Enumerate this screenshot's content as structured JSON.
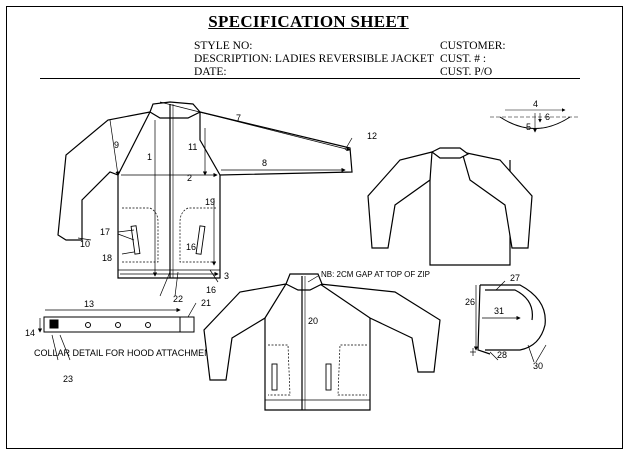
{
  "header": {
    "title": "SPECIFICATION SHEET",
    "style_no": "STYLE NO:",
    "description": "DESCRIPTION: LADIES REVERSIBLE JACKET",
    "date": "DATE:",
    "customer": "CUSTOMER:",
    "cust_no": "CUST. # :",
    "cust_po": "CUST. P/O"
  },
  "notes": {
    "zip_gap": "NB: 2CM GAP AT TOP OF ZIP",
    "collar_detail": "COLLAR DETAIL FOR HOOD ATTACHMENT"
  },
  "callouts": {
    "c1": "1",
    "c2": "2",
    "c3": "3",
    "c4": "4",
    "c5": "5",
    "c6": "6",
    "c7": "7",
    "c8": "8",
    "c9": "9",
    "c10": "10",
    "c11": "11",
    "c12": "12",
    "c13": "13",
    "c14": "14",
    "c16": "16",
    "c17": "17",
    "c18": "18",
    "c19": "19",
    "c20": "20",
    "c21": "21",
    "c22": "22",
    "c23": "23",
    "c26": "26",
    "c27": "27",
    "c28": "28",
    "c30": "30",
    "c31": "31"
  }
}
